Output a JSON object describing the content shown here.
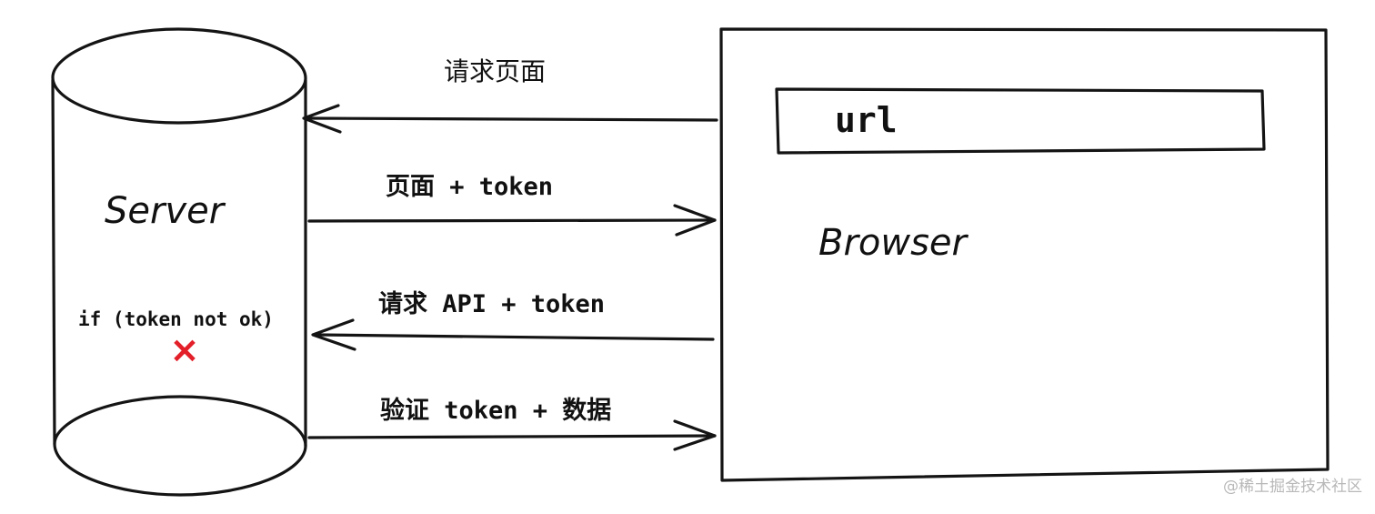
{
  "server": {
    "title": "Server",
    "condition": "if (token not ok)",
    "reject_mark": "×",
    "reject_color": "#e3202a"
  },
  "browser": {
    "title": "Browser",
    "url_bar": "url"
  },
  "arrows": [
    {
      "label": "请求页面",
      "direction": "browser-to-server"
    },
    {
      "label": "页面 + token",
      "direction": "server-to-browser"
    },
    {
      "label": "请求 API + token",
      "direction": "browser-to-server"
    },
    {
      "label": "验证 token + 数据",
      "direction": "server-to-browser"
    }
  ],
  "watermark": "@稀土掘金技术社区"
}
